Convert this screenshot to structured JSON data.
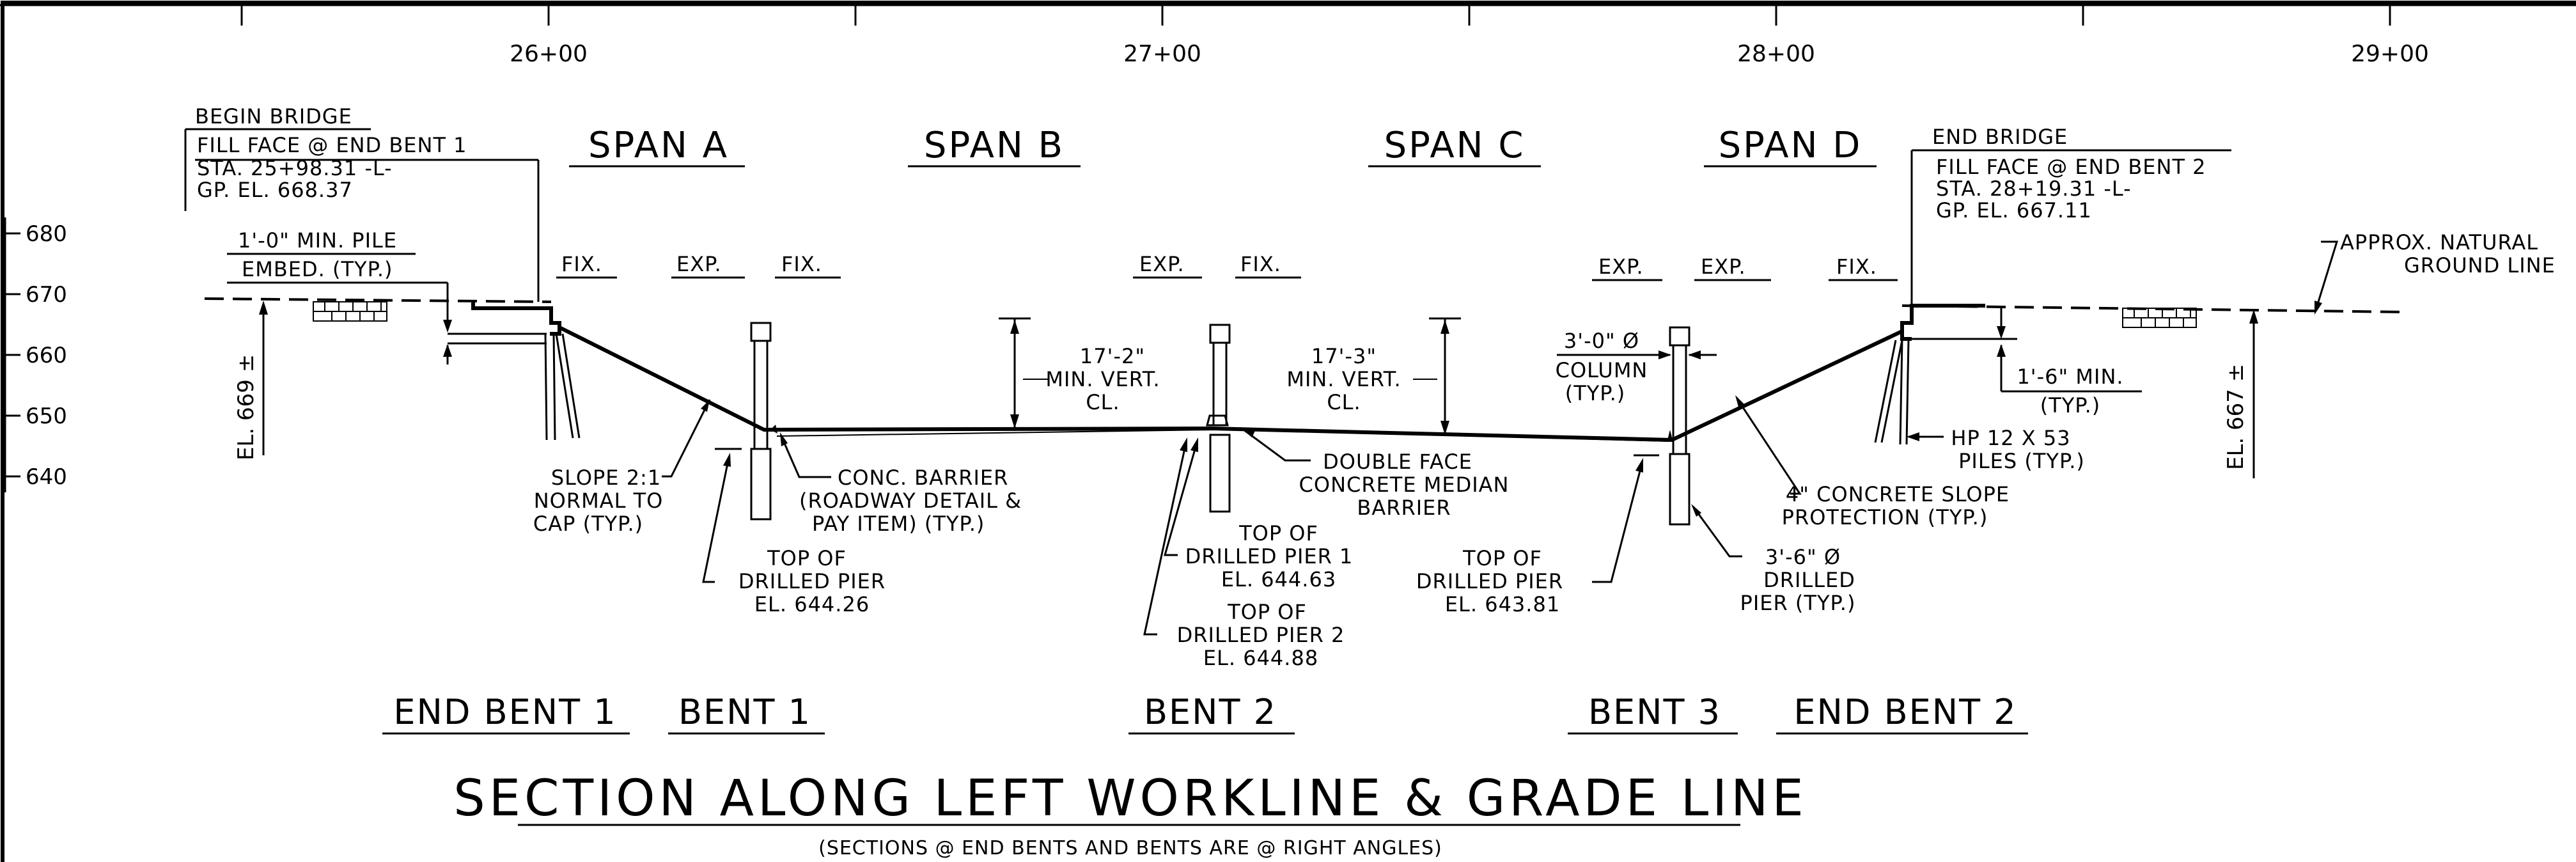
{
  "stations": [
    "26+00",
    "27+00",
    "28+00",
    "29+00"
  ],
  "elevations": [
    "680",
    "670",
    "660",
    "650",
    "640"
  ],
  "spans": [
    "SPAN A",
    "SPAN B",
    "SPAN C",
    "SPAN D"
  ],
  "bents": [
    "END BENT 1",
    "BENT 1",
    "BENT 2",
    "BENT 3",
    "END BENT 2"
  ],
  "fixity": {
    "eb1_fix": "FIX.",
    "b1_exp": "EXP.",
    "b1_fix": "FIX.",
    "b2_exp": "EXP.",
    "b2_fix": "FIX.",
    "b3_exp1": "EXP.",
    "b3_exp2": "EXP.",
    "eb2_fix": "FIX."
  },
  "begin_bridge": {
    "title": "BEGIN BRIDGE",
    "line1": "FILL FACE @ END BENT 1",
    "line2": "STA. 25+98.31 -L-",
    "line3": "GP. EL. 668.37"
  },
  "end_bridge": {
    "title": "END BRIDGE",
    "line1": "FILL FACE @ END BENT 2",
    "line2": "STA. 28+19.31 -L-",
    "line3": "GP. EL. 667.11"
  },
  "notes": {
    "pile_embed_1": "1'-0\" MIN. PILE",
    "pile_embed_2": "EMBED. (TYP.)",
    "el_left": "EL. 669 ±",
    "el_right": "EL. 667 ±",
    "slope_1": "SLOPE 2:1",
    "slope_2": "NORMAL TO",
    "slope_3": "CAP (TYP.)",
    "barrier_1": "CONC. BARRIER",
    "barrier_2": "(ROADWAY DETAIL &",
    "barrier_3": "PAY ITEM) (TYP.)",
    "top_dp_b1_1": "TOP OF",
    "top_dp_b1_2": "DRILLED PIER",
    "top_dp_b1_3": "EL. 644.26",
    "clear_b_1": "17'-2\"",
    "clear_b_2": "MIN. VERT.",
    "clear_b_3": "CL.",
    "clear_c_1": "17'-3\"",
    "clear_c_2": "MIN. VERT.",
    "clear_c_3": "CL.",
    "median_1": "DOUBLE FACE",
    "median_2": "CONCRETE MEDIAN",
    "median_3": "BARRIER",
    "dp1_1": "TOP OF",
    "dp1_2": "DRILLED PIER 1",
    "dp1_3": "EL. 644.63",
    "dp2_1": "TOP OF",
    "dp2_2": "DRILLED PIER 2",
    "dp2_3": "EL. 644.88",
    "column_1": "3'-0\" Ø",
    "column_2": "COLUMN",
    "column_3": "(TYP.)",
    "top_dp_b3_1": "TOP OF",
    "top_dp_b3_2": "DRILLED PIER",
    "top_dp_b3_3": "EL. 643.81",
    "dpier_1": "3'-6\" Ø",
    "dpier_2": "DRILLED",
    "dpier_3": "PIER (TYP.)",
    "slope_prot_1": "4\" CONCRETE SLOPE",
    "slope_prot_2": "PROTECTION (TYP.)",
    "hp_1": "HP 12 X 53",
    "hp_2": "PILES (TYP.)",
    "min_1": "1'-6\" MIN.",
    "min_2": "(TYP.)",
    "ground_1": "APPROX. NATURAL",
    "ground_2": "GROUND LINE"
  },
  "title": "SECTION ALONG LEFT WORKLINE & GRADE LINE",
  "subtitle": "(SECTIONS @ END BENTS AND BENTS ARE @ RIGHT ANGLES)"
}
